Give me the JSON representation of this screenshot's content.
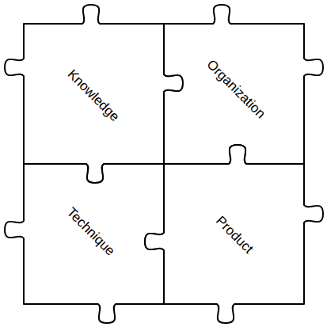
{
  "diagram": {
    "nodes": [
      {
        "text": [
          "Knowledge"
        ]
      },
      {
        "text": [
          "Organization"
        ]
      },
      {
        "text": [
          "Technique"
        ]
      },
      {
        "text": [
          "Product"
        ]
      }
    ]
  }
}
